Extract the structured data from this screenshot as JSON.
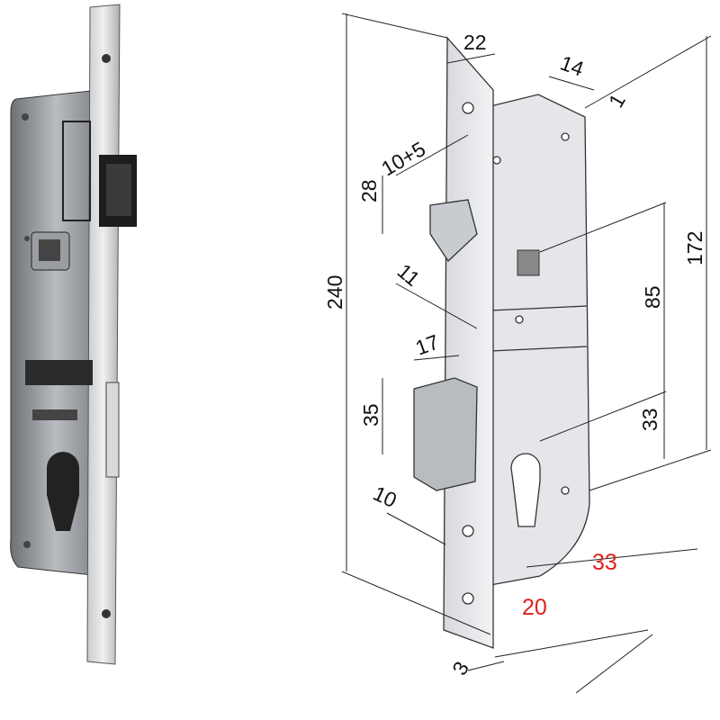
{
  "photo": {
    "subject": "mortise-lock-photo"
  },
  "drawing": {
    "dimensions": {
      "faceplate_width": "22",
      "backset_offset": "14",
      "plate_thickness": "1",
      "latch_throw": "10+5",
      "latch_height": "28",
      "overall_height": "240",
      "latch_depth": "11",
      "distance_span": "172",
      "center_distance": "85",
      "deadbolt_depth": "17",
      "deadbolt_height": "35",
      "cylinder_offset": "33",
      "deadbolt_throw": "10",
      "backset": "33",
      "body_depth": "20",
      "front_thickness": "3"
    },
    "highlight_color": "#e0201b"
  }
}
